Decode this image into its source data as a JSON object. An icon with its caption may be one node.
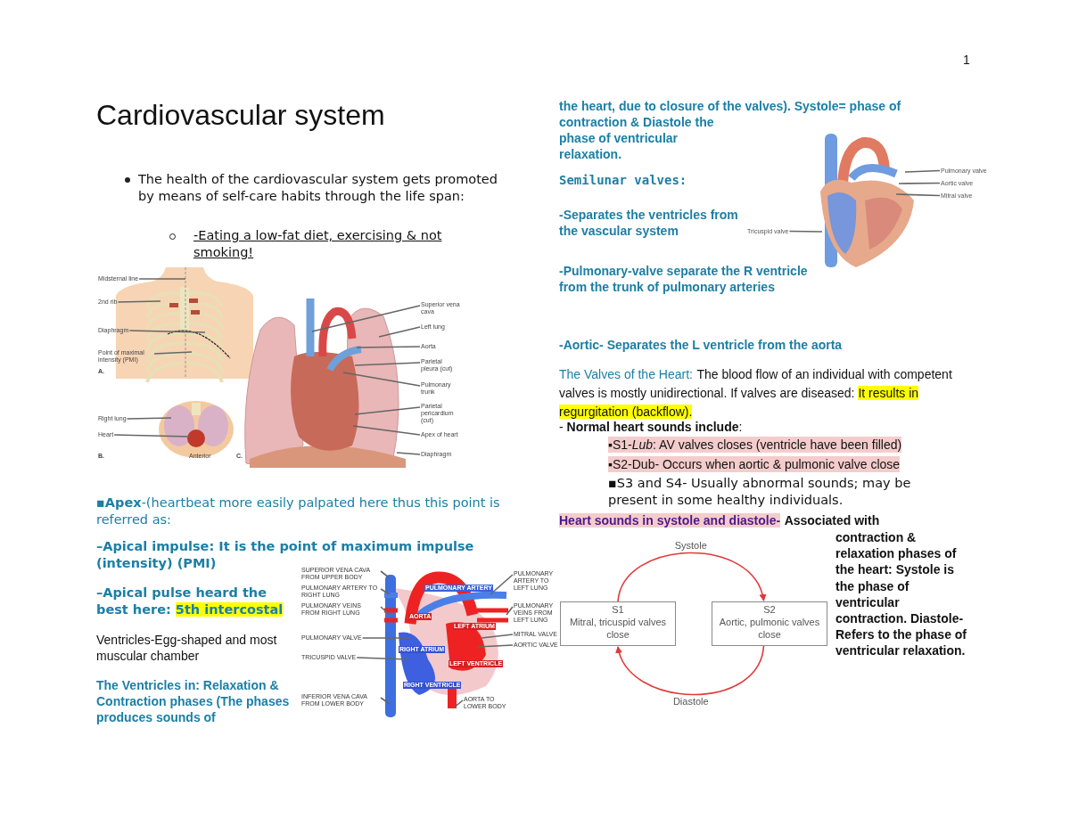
{
  "diagram": {
    "title": "Cardiovascular system",
    "nodes": [
      {
        "text": [
          "Midsternal line"
        ]
      },
      {
        "text": [
          "2nd rib"
        ]
      },
      {
        "text": [
          "Diaphragm"
        ]
      },
      {
        "text": [
          "Point of maximal intensity (PMI)"
        ]
      },
      {
        "text": [
          "Right lung"
        ]
      },
      {
        "text": [
          "Heart"
        ]
      },
      {
        "text": [
          "Superior vena cava"
        ]
      },
      {
        "text": [
          "Left lung"
        ]
      },
      {
        "text": [
          "Aorta"
        ]
      },
      {
        "text": [
          "Parietal pleura (cut)"
        ]
      },
      {
        "text": [
          "Pulmonary trunk"
        ]
      },
      {
        "text": [
          "Parietal pericardium (cut)"
        ]
      },
      {
        "text": [
          "Apex of heart"
        ]
      },
      {
        "text": [
          "Diaphragm"
        ]
      },
      {
        "text": [
          "SUPERIOR VENA CAVA FROM UPPER BODY"
        ]
      },
      {
        "text": [
          "PULMONARY ARTERY TO RIGHT LUNG"
        ]
      },
      {
        "text": [
          "PULMONARY VEINS FROM RIGHT LUNG"
        ]
      },
      {
        "text": [
          "PULMONARY VALVE"
        ]
      },
      {
        "text": [
          "TRICUSPID VALVE"
        ]
      },
      {
        "text": [
          "INFERIOR VENA CAVA FROM LOWER BODY"
        ]
      },
      {
        "text": [
          "PULMONARY ARTERY TO LEFT LUNG"
        ]
      },
      {
        "text": [
          "PULMONARY VEINS FROM LEFT LUNG"
        ]
      },
      {
        "text": [
          "MITRAL VALVE"
        ]
      },
      {
        "text": [
          "AORTIC VALVE"
        ]
      },
      {
        "text": [
          "AORTA TO LOWER BODY"
        ]
      },
      {
        "text": [
          "Pulmonary valve"
        ]
      },
      {
        "text": [
          "Aortic valve"
        ]
      },
      {
        "text": [
          "Mitral valve"
        ]
      },
      {
        "text": [
          "Tricuspid valve"
        ]
      },
      {
        "text": [
          "S1",
          "Mitral, tricuspid valves close"
        ]
      },
      {
        "text": [
          "S2",
          "Aortic, pulmonic valves close"
        ]
      },
      {
        "text": [],
        "shape": "picture"
      },
      {
        "text": [],
        "shape": "picture"
      },
      {
        "text": [],
        "shape": "picture"
      },
      {
        "text": [],
        "shape": "picture"
      },
      {
        "text": [],
        "shape": "picture"
      }
    ],
    "edges": [
      {
        "from": 0,
        "to": 31,
        "arrow": "none"
      },
      {
        "from": 1,
        "to": 31,
        "arrow": "none"
      },
      {
        "from": 2,
        "to": 31,
        "arrow": "none"
      },
      {
        "from": 3,
        "to": 31,
        "arrow": "none"
      },
      {
        "from": 4,
        "to": 32,
        "arrow": "none"
      },
      {
        "from": 5,
        "to": 32,
        "arrow": "none"
      },
      {
        "from": 6,
        "to": 33,
        "arrow": "none"
      },
      {
        "from": 7,
        "to": 33,
        "arrow": "none"
      },
      {
        "from": 8,
        "to": 33,
        "arrow": "none"
      },
      {
        "from": 9,
        "to": 33,
        "arrow": "none"
      },
      {
        "from": 10,
        "to": 33,
        "arrow": "none"
      },
      {
        "from": 11,
        "to": 33,
        "arrow": "none"
      },
      {
        "from": 12,
        "to": 33,
        "arrow": "none"
      },
      {
        "from": 13,
        "to": 33,
        "arrow": "none"
      },
      {
        "from": 14,
        "to": 34,
        "arrow": "none"
      },
      {
        "from": 15,
        "to": 34,
        "arrow": "none"
      },
      {
        "from": 16,
        "to": 34,
        "arrow": "none"
      },
      {
        "from": 17,
        "to": 34,
        "arrow": "none"
      },
      {
        "from": 18,
        "to": 34,
        "arrow": "none"
      },
      {
        "from": 19,
        "to": 34,
        "arrow": "none"
      },
      {
        "from": 20,
        "to": 34,
        "arrow": "none"
      },
      {
        "from": 21,
        "to": 34,
        "arrow": "none"
      },
      {
        "from": 22,
        "to": 34,
        "arrow": "none"
      },
      {
        "from": 23,
        "to": 34,
        "arrow": "none"
      },
      {
        "from": 24,
        "to": 34,
        "arrow": "none"
      },
      {
        "from": 25,
        "to": 35,
        "arrow": "none"
      },
      {
        "from": 26,
        "to": 35,
        "arrow": "none"
      },
      {
        "from": 27,
        "to": 35,
        "arrow": "none"
      },
      {
        "from": 28,
        "to": 35,
        "arrow": "none"
      },
      {
        "from": 29,
        "to": 30,
        "arrow": "to",
        "label": "Systole",
        "color": "#e03a3a"
      },
      {
        "from": 30,
        "to": 29,
        "arrow": "to",
        "label": "Diastole",
        "color": "#e03a3a"
      }
    ],
    "labels": [
      "1",
      "The health of the cardiovascular system gets promoted by means of self-care habits through the life span:",
      "-Eating a low-fat diet, exercising & not smoking!",
      "A.",
      "B.",
      "Anterior",
      "C.",
      "AORTA",
      "PULMONARY ARTERY",
      "LEFT ATRIUM",
      "RIGHT ATRIUM",
      "LEFT VENTRICLE",
      "RIGHT VENTRICLE",
      "**▪Apex**-(heartbeat more easily palpated here thus this point is referred as:",
      "–Apical impulse: It is the point of maximum impulse (intensity) (PMI)",
      "–Apical pulse heard the best here: 5th intercostal",
      "Ventricles-Egg-shaped and most muscular chamber",
      "The Ventricles in: Relaxation & Contraction phases (The phases produces sounds of",
      "the heart, due to closure of the valves). Systole= phase of contraction & Diastole the phase of ventricular relaxation.",
      "Semilunar valves:",
      "-Separates the ventricles from the vascular system",
      "-Pulmonary-valve separate the R ventricle from the trunk of pulmonary arteries",
      "-Aortic- Separates the L ventricle from the aorta",
      "The Valves of the Heart:",
      "The blood flow of an individual with competent valves is mostly unidirectional. If valves are diseased: It results in regurgitation (backflow).",
      "- **Normal heart sounds include**:",
      "▪S1-*Lub*: AV valves closes (ventricle have been filled)",
      "▪S2-Dub- Occurs when aortic & pulmonic valve close",
      "▪S3 and S4- Usually abnormal sounds; may be present in some healthy individuals.",
      "Heart sounds in systole and diastole-",
      "Associated with",
      "contraction & relaxation phases of the heart: Systole is the phase of ventricular contraction. Diastole- Refers to the phase of ventricular relaxation."
    ]
  }
}
